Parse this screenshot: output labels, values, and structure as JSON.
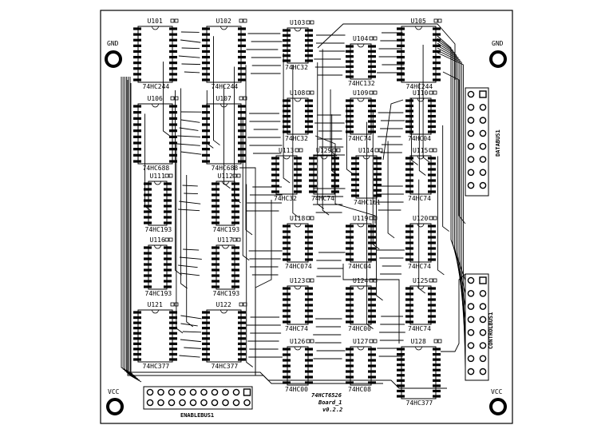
{
  "board": {
    "title": "74HCT6526",
    "subtitle": "Board_1",
    "version": "v0.2.2"
  },
  "mounts": {
    "gnd_left": "GND",
    "gnd_right": "GND",
    "vcc_left": "VCC",
    "vcc_right": "VCC"
  },
  "connectors": {
    "databus": "DATABUS1",
    "controlbus": "CONTROLBUS1",
    "enablebus": "ENABLEBUS1"
  },
  "chips": [
    {
      "ref": "U101",
      "part": "74HC244"
    },
    {
      "ref": "U102",
      "part": "74HC244"
    },
    {
      "ref": "U103",
      "part": "74HC32"
    },
    {
      "ref": "U104",
      "part": "74HC132"
    },
    {
      "ref": "U105",
      "part": "74HC244"
    },
    {
      "ref": "U106",
      "part": "74HC688"
    },
    {
      "ref": "U107",
      "part": "74HC688"
    },
    {
      "ref": "U108",
      "part": "74HC32"
    },
    {
      "ref": "U109",
      "part": "74HC74"
    },
    {
      "ref": "U110",
      "part": "74HC04"
    },
    {
      "ref": "U111",
      "part": "74HC193"
    },
    {
      "ref": "U112",
      "part": "74HC193"
    },
    {
      "ref": "U113",
      "part": "74HC32"
    },
    {
      "ref": "U129",
      "part": "74HC74"
    },
    {
      "ref": "U114",
      "part": "74HC161"
    },
    {
      "ref": "U115",
      "part": "74HC74"
    },
    {
      "ref": "U116",
      "part": "74HC193"
    },
    {
      "ref": "U117",
      "part": "74HC193"
    },
    {
      "ref": "U118",
      "part": "74HC074"
    },
    {
      "ref": "U119",
      "part": "74HC04"
    },
    {
      "ref": "U120",
      "part": "74HC74"
    },
    {
      "ref": "U121",
      "part": "74HC377"
    },
    {
      "ref": "U122",
      "part": "74HC377"
    },
    {
      "ref": "U123",
      "part": "74HC74"
    },
    {
      "ref": "U124",
      "part": "74HC00"
    },
    {
      "ref": "U125",
      "part": "74HC74"
    },
    {
      "ref": "U126",
      "part": "74HC00"
    },
    {
      "ref": "U127",
      "part": "74HC08"
    },
    {
      "ref": "U128",
      "part": "74HC377"
    }
  ]
}
